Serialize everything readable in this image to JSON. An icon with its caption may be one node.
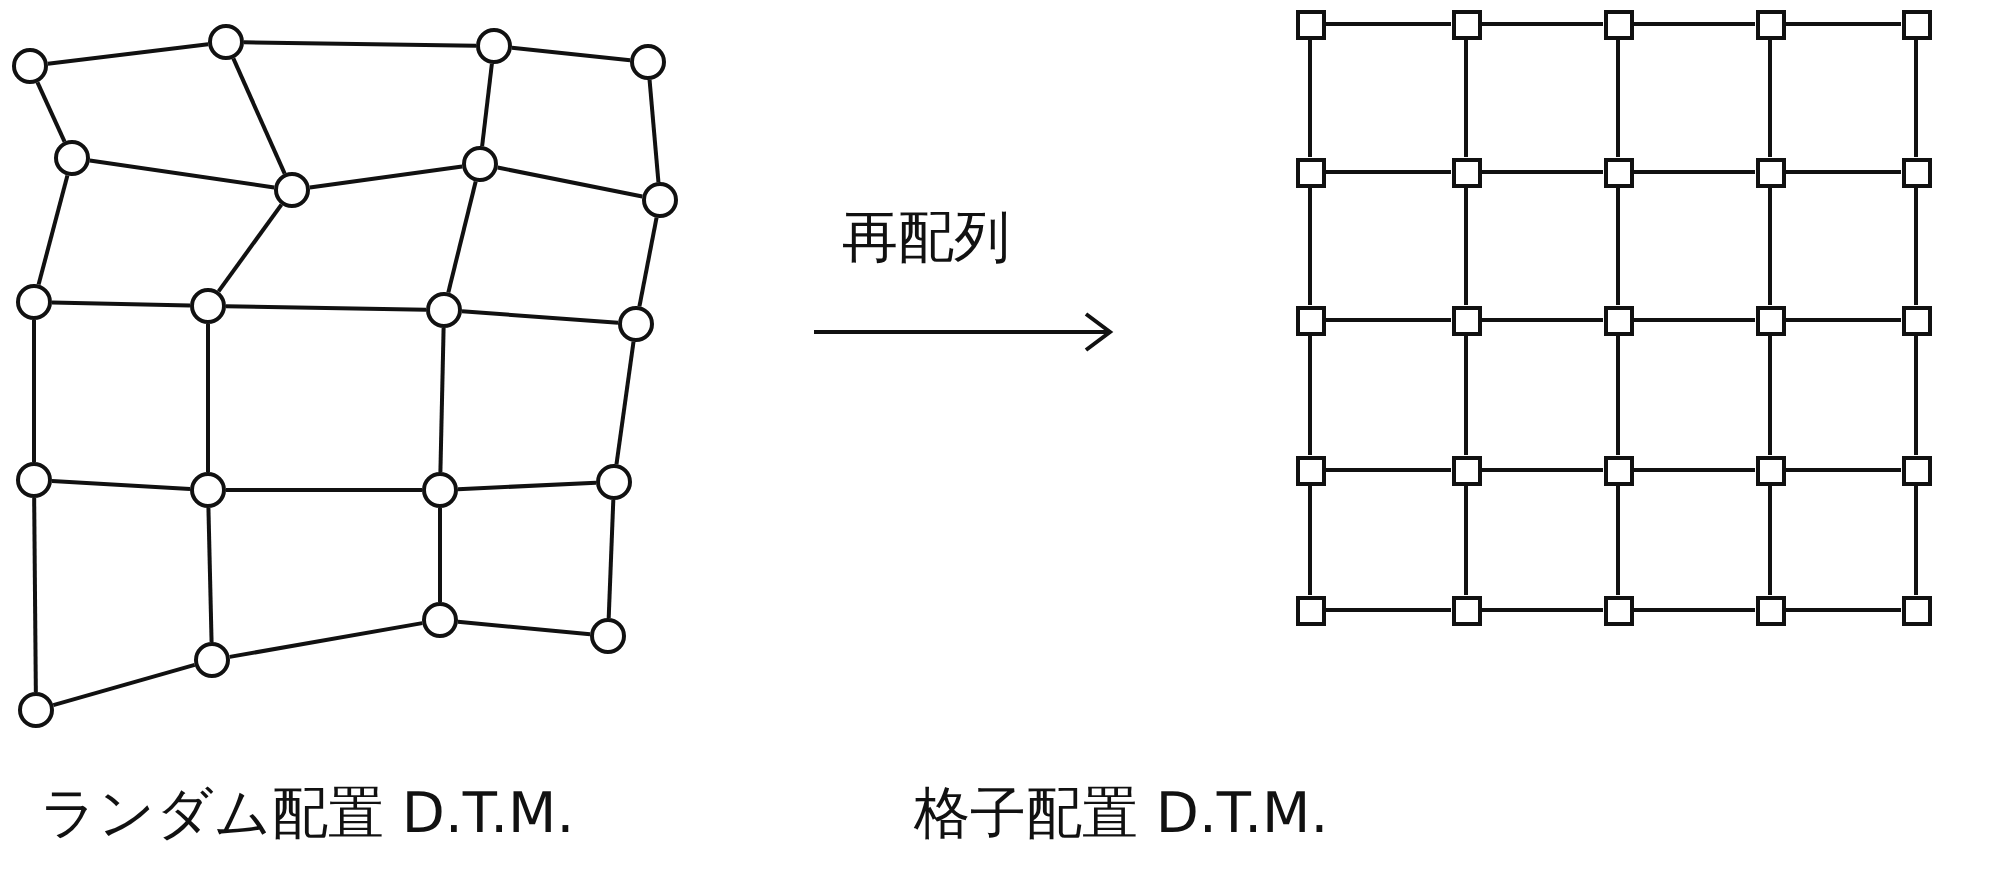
{
  "diagram": {
    "nodes": [
      {
        "text": [],
        "shape": "circle"
      },
      {
        "text": [],
        "shape": "circle"
      },
      {
        "text": [],
        "shape": "circle"
      },
      {
        "text": [],
        "shape": "circle"
      },
      {
        "text": [],
        "shape": "circle"
      },
      {
        "text": [],
        "shape": "circle"
      },
      {
        "text": [],
        "shape": "circle"
      },
      {
        "text": [],
        "shape": "circle"
      },
      {
        "text": [],
        "shape": "circle"
      },
      {
        "text": [],
        "shape": "circle"
      },
      {
        "text": [],
        "shape": "circle"
      },
      {
        "text": [],
        "shape": "circle"
      },
      {
        "text": [],
        "shape": "circle"
      },
      {
        "text": [],
        "shape": "circle"
      },
      {
        "text": [],
        "shape": "circle"
      },
      {
        "text": [],
        "shape": "circle"
      },
      {
        "text": [],
        "shape": "circle"
      },
      {
        "text": [],
        "shape": "circle"
      },
      {
        "text": [],
        "shape": "circle"
      },
      {
        "text": [],
        "shape": "circle"
      },
      {
        "text": [],
        "shape": "box"
      },
      {
        "text": [],
        "shape": "box"
      },
      {
        "text": [],
        "shape": "box"
      },
      {
        "text": [],
        "shape": "box"
      },
      {
        "text": [],
        "shape": "box"
      },
      {
        "text": [],
        "shape": "box"
      },
      {
        "text": [],
        "shape": "box"
      },
      {
        "text": [],
        "shape": "box"
      },
      {
        "text": [],
        "shape": "box"
      },
      {
        "text": [],
        "shape": "box"
      },
      {
        "text": [],
        "shape": "box"
      },
      {
        "text": [],
        "shape": "box"
      },
      {
        "text": [],
        "shape": "box"
      },
      {
        "text": [],
        "shape": "box"
      },
      {
        "text": [],
        "shape": "box"
      },
      {
        "text": [],
        "shape": "box"
      },
      {
        "text": [],
        "shape": "box"
      },
      {
        "text": [],
        "shape": "box"
      },
      {
        "text": [],
        "shape": "box"
      },
      {
        "text": [],
        "shape": "box"
      },
      {
        "text": [],
        "shape": "box"
      },
      {
        "text": [],
        "shape": "box"
      },
      {
        "text": [],
        "shape": "box"
      },
      {
        "text": [],
        "shape": "box"
      },
      {
        "text": [],
        "shape": "box"
      }
    ],
    "edges": [
      {
        "from": 0,
        "to": 1,
        "arrow": "none"
      },
      {
        "from": 1,
        "to": 2,
        "arrow": "none"
      },
      {
        "from": 2,
        "to": 3,
        "arrow": "none"
      },
      {
        "from": 0,
        "to": 4,
        "arrow": "none"
      },
      {
        "from": 1,
        "to": 5,
        "arrow": "none"
      },
      {
        "from": 2,
        "to": 6,
        "arrow": "none"
      },
      {
        "from": 3,
        "to": 7,
        "arrow": "none"
      },
      {
        "from": 4,
        "to": 5,
        "arrow": "none"
      },
      {
        "from": 5,
        "to": 6,
        "arrow": "none"
      },
      {
        "from": 6,
        "to": 7,
        "arrow": "none"
      },
      {
        "from": 4,
        "to": 8,
        "arrow": "none"
      },
      {
        "from": 5,
        "to": 9,
        "arrow": "none"
      },
      {
        "from": 6,
        "to": 10,
        "arrow": "none"
      },
      {
        "from": 7,
        "to": 11,
        "arrow": "none"
      },
      {
        "from": 8,
        "to": 9,
        "arrow": "none"
      },
      {
        "from": 9,
        "to": 10,
        "arrow": "none"
      },
      {
        "from": 10,
        "to": 11,
        "arrow": "none"
      },
      {
        "from": 8,
        "to": 12,
        "arrow": "none"
      },
      {
        "from": 9,
        "to": 13,
        "arrow": "none"
      },
      {
        "from": 10,
        "to": 14,
        "arrow": "none"
      },
      {
        "from": 11,
        "to": 15,
        "arrow": "none"
      },
      {
        "from": 12,
        "to": 13,
        "arrow": "none"
      },
      {
        "from": 13,
        "to": 14,
        "arrow": "none"
      },
      {
        "from": 14,
        "to": 15,
        "arrow": "none"
      },
      {
        "from": 12,
        "to": 16,
        "arrow": "none"
      },
      {
        "from": 13,
        "to": 17,
        "arrow": "none"
      },
      {
        "from": 14,
        "to": 18,
        "arrow": "none"
      },
      {
        "from": 15,
        "to": 19,
        "arrow": "none"
      },
      {
        "from": 16,
        "to": 17,
        "arrow": "none"
      },
      {
        "from": 17,
        "to": 18,
        "arrow": "none"
      },
      {
        "from": 18,
        "to": 19,
        "arrow": "none"
      },
      {
        "from": 20,
        "to": 21,
        "arrow": "none"
      },
      {
        "from": 21,
        "to": 22,
        "arrow": "none"
      },
      {
        "from": 22,
        "to": 23,
        "arrow": "none"
      },
      {
        "from": 23,
        "to": 24,
        "arrow": "none"
      },
      {
        "from": 20,
        "to": 25,
        "arrow": "none"
      },
      {
        "from": 21,
        "to": 26,
        "arrow": "none"
      },
      {
        "from": 22,
        "to": 27,
        "arrow": "none"
      },
      {
        "from": 23,
        "to": 28,
        "arrow": "none"
      },
      {
        "from": 24,
        "to": 29,
        "arrow": "none"
      },
      {
        "from": 25,
        "to": 26,
        "arrow": "none"
      },
      {
        "from": 26,
        "to": 27,
        "arrow": "none"
      },
      {
        "from": 27,
        "to": 28,
        "arrow": "none"
      },
      {
        "from": 28,
        "to": 29,
        "arrow": "none"
      },
      {
        "from": 25,
        "to": 30,
        "arrow": "none"
      },
      {
        "from": 26,
        "to": 31,
        "arrow": "none"
      },
      {
        "from": 27,
        "to": 32,
        "arrow": "none"
      },
      {
        "from": 28,
        "to": 33,
        "arrow": "none"
      },
      {
        "from": 29,
        "to": 34,
        "arrow": "none"
      },
      {
        "from": 30,
        "to": 31,
        "arrow": "none"
      },
      {
        "from": 31,
        "to": 32,
        "arrow": "none"
      },
      {
        "from": 32,
        "to": 33,
        "arrow": "none"
      },
      {
        "from": 33,
        "to": 34,
        "arrow": "none"
      },
      {
        "from": 30,
        "to": 35,
        "arrow": "none"
      },
      {
        "from": 31,
        "to": 36,
        "arrow": "none"
      },
      {
        "from": 32,
        "to": 37,
        "arrow": "none"
      },
      {
        "from": 33,
        "to": 38,
        "arrow": "none"
      },
      {
        "from": 34,
        "to": 39,
        "arrow": "none"
      },
      {
        "from": 35,
        "to": 36,
        "arrow": "none"
      },
      {
        "from": 36,
        "to": 37,
        "arrow": "none"
      },
      {
        "from": 37,
        "to": 38,
        "arrow": "none"
      },
      {
        "from": 38,
        "to": 39,
        "arrow": "none"
      },
      {
        "from": 35,
        "to": 40,
        "arrow": "none"
      },
      {
        "from": 36,
        "to": 41,
        "arrow": "none"
      },
      {
        "from": 37,
        "to": 42,
        "arrow": "none"
      },
      {
        "from": 38,
        "to": 43,
        "arrow": "none"
      },
      {
        "from": 39,
        "to": 44,
        "arrow": "none"
      },
      {
        "from": 40,
        "to": 41,
        "arrow": "none"
      },
      {
        "from": 41,
        "to": 42,
        "arrow": "none"
      },
      {
        "from": 42,
        "to": 43,
        "arrow": "none"
      },
      {
        "from": 43,
        "to": 44,
        "arrow": "none"
      }
    ],
    "labels": [
      "再配列",
      "ランダム配置 D.T.M.",
      "格子配置 D.T.M."
    ]
  }
}
